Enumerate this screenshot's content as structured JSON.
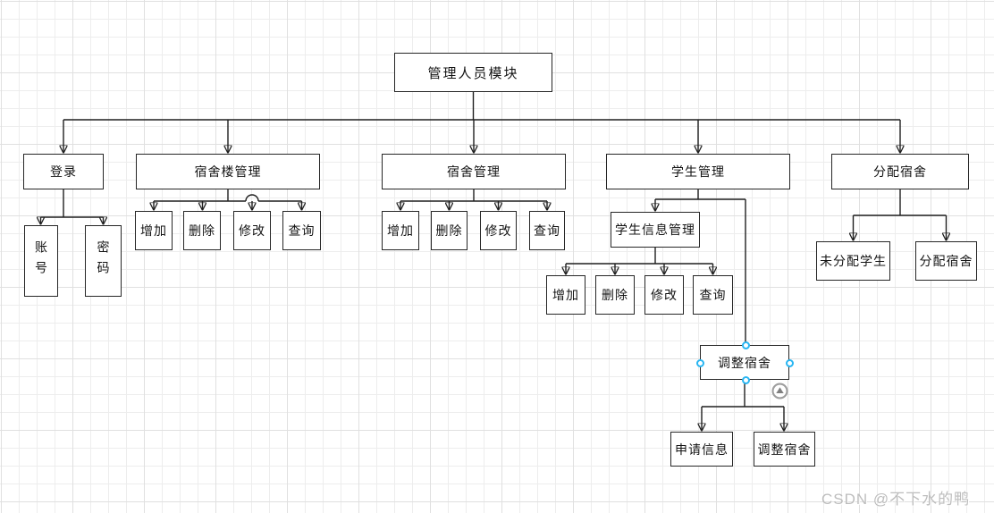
{
  "diagram_title": "管理人员模块",
  "nodes": {
    "root": "管理人员模块",
    "login": "登录",
    "account": "账号",
    "password": "密码",
    "dorm_building_mgmt": "宿舍楼管理",
    "db_add": "增加",
    "db_delete": "删除",
    "db_modify": "修改",
    "db_query": "查询",
    "dorm_mgmt": "宿舍管理",
    "dm_add": "增加",
    "dm_delete": "删除",
    "dm_modify": "修改",
    "dm_query": "查询",
    "student_mgmt": "学生管理",
    "student_info_mgmt": "学生信息管理",
    "si_add": "增加",
    "si_delete": "删除",
    "si_modify": "修改",
    "si_query": "查询",
    "adjust_dorm": "调整宿舍",
    "apply_info": "申请信息",
    "adjust_dorm_sub": "调整宿舍",
    "assign_dorm": "分配宿舍",
    "unassigned_students": "未分配学生",
    "assign_dorm_sub": "分配宿舍"
  },
  "selection": {
    "selected_node_label": "调整宿舍",
    "handle_color": "#29b6f2",
    "handle_shape": "circle"
  },
  "icons": {
    "collapse_toggle": "triangle-up-in-circle-icon"
  },
  "colors": {
    "node_fill": "#ffffff",
    "node_border": "#262626",
    "edge": "#1f1f1f",
    "grid_minor": "#ededed",
    "grid_major": "#e0e0e0",
    "watermark_text": "#bdbdbd"
  },
  "watermark": {
    "text": "CSDN @不下水的鸭"
  }
}
